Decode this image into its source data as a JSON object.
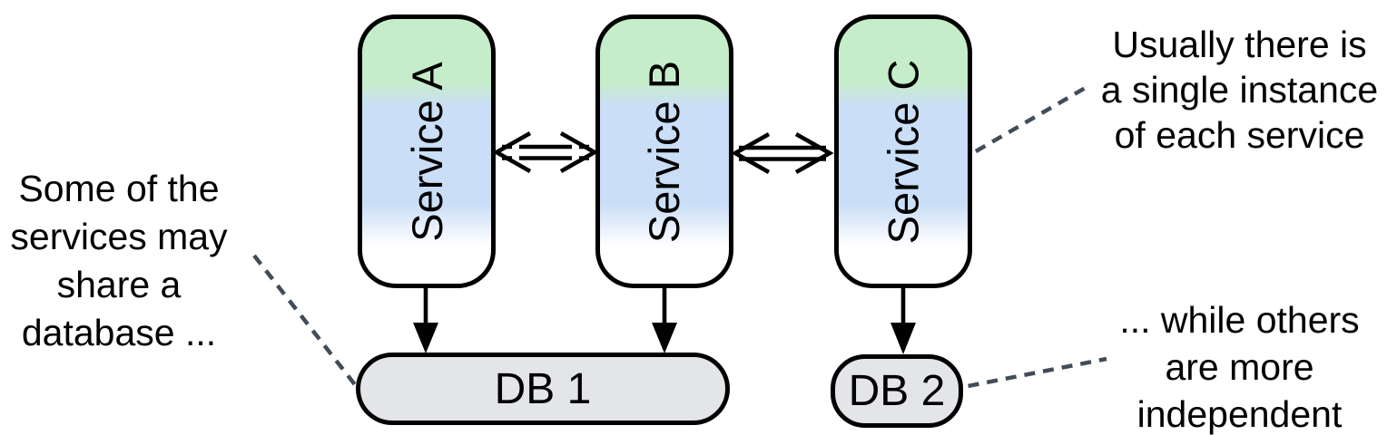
{
  "diagram": {
    "services": [
      {
        "label": "Service A"
      },
      {
        "label": "Service B"
      },
      {
        "label": "Service C"
      }
    ],
    "databases": [
      {
        "label": "DB 1"
      },
      {
        "label": "DB 2"
      }
    ],
    "annotations": {
      "left": {
        "lines": [
          "Some of the",
          "services may",
          "share a",
          "database ..."
        ]
      },
      "top_right": {
        "lines": [
          "Usually there is",
          "a single instance",
          "of each service"
        ]
      },
      "bottom_right": {
        "lines": [
          "... while others",
          "are more",
          "independent"
        ]
      }
    },
    "colors": {
      "service_gradient_top": "#c6edca",
      "service_gradient_middle": "#cadef7",
      "service_gradient_bottom": "#ffffff",
      "db_fill": "#e3e5e8",
      "outline": "#000000",
      "callout_dash": "#414c58"
    }
  }
}
